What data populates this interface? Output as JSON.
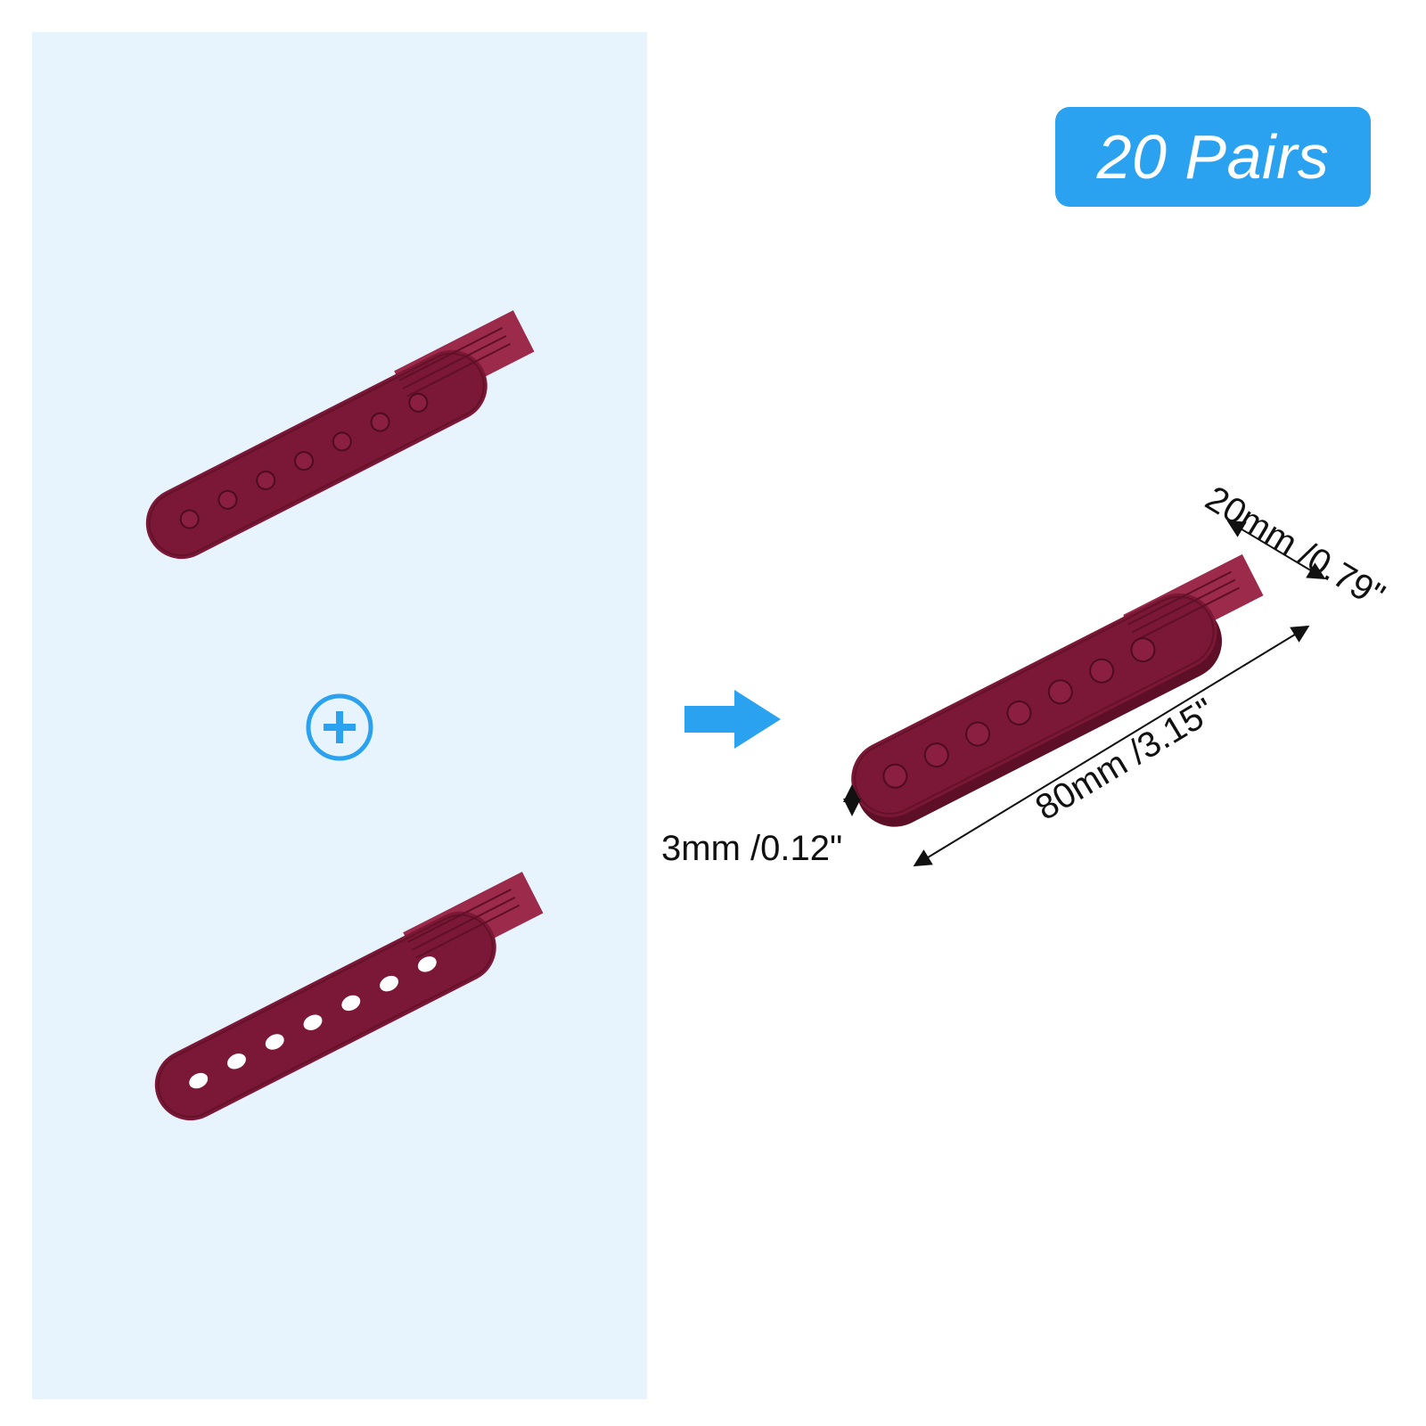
{
  "badge": {
    "label": "20 Pairs",
    "color": "#2ba2ef"
  },
  "colors": {
    "panel_background": "#e8f4fd",
    "strap": "#7b1737",
    "accent_icons": "#2ba2ef"
  },
  "icons": {
    "plus": "plus-circle-icon",
    "arrow": "arrow-right-icon"
  },
  "dimensions": {
    "width": "20mm /0.79\"",
    "length": "80mm /3.15\"",
    "thickness": "3mm /0.12\""
  }
}
